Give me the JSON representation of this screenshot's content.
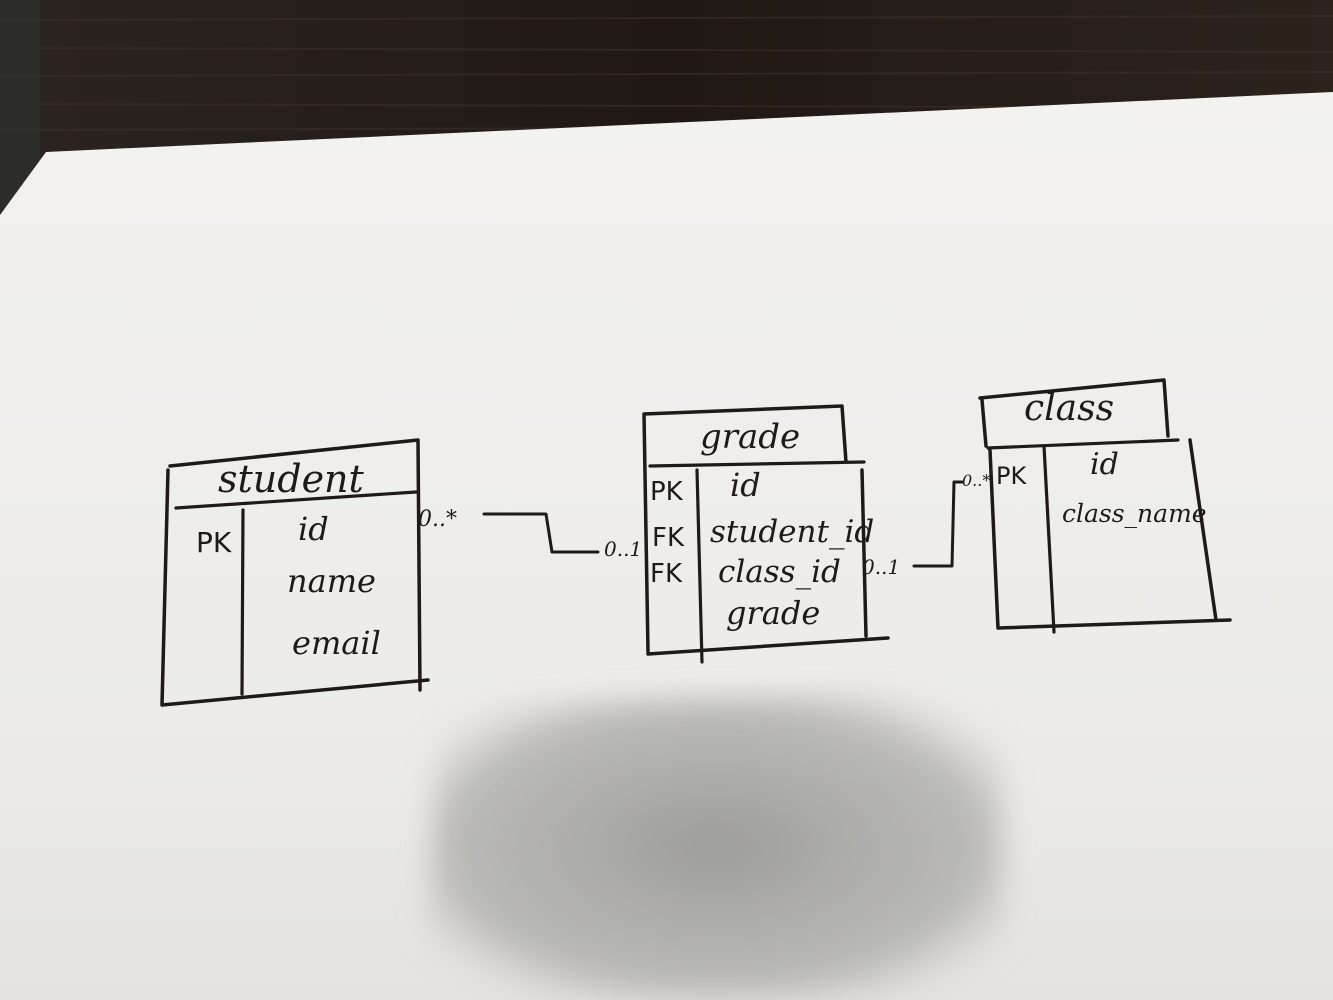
{
  "diagram": {
    "tables": {
      "student": {
        "title": "student",
        "keys": [
          "PK"
        ],
        "fields": [
          "id",
          "name",
          "email"
        ]
      },
      "grade": {
        "title": "grade",
        "keys": [
          "PK",
          "FK",
          "FK"
        ],
        "fields": [
          "id",
          "student_id",
          "class_id",
          "grade"
        ]
      },
      "class": {
        "title": "class",
        "keys": [
          "PK"
        ],
        "fields": [
          "id",
          "class_name"
        ]
      }
    },
    "relationships": [
      {
        "from": "student",
        "to": "grade",
        "from_label": "0..*",
        "to_label": "0..1"
      },
      {
        "from": "grade",
        "to": "class",
        "from_label": "0..1",
        "to_label": "0..*"
      }
    ]
  }
}
